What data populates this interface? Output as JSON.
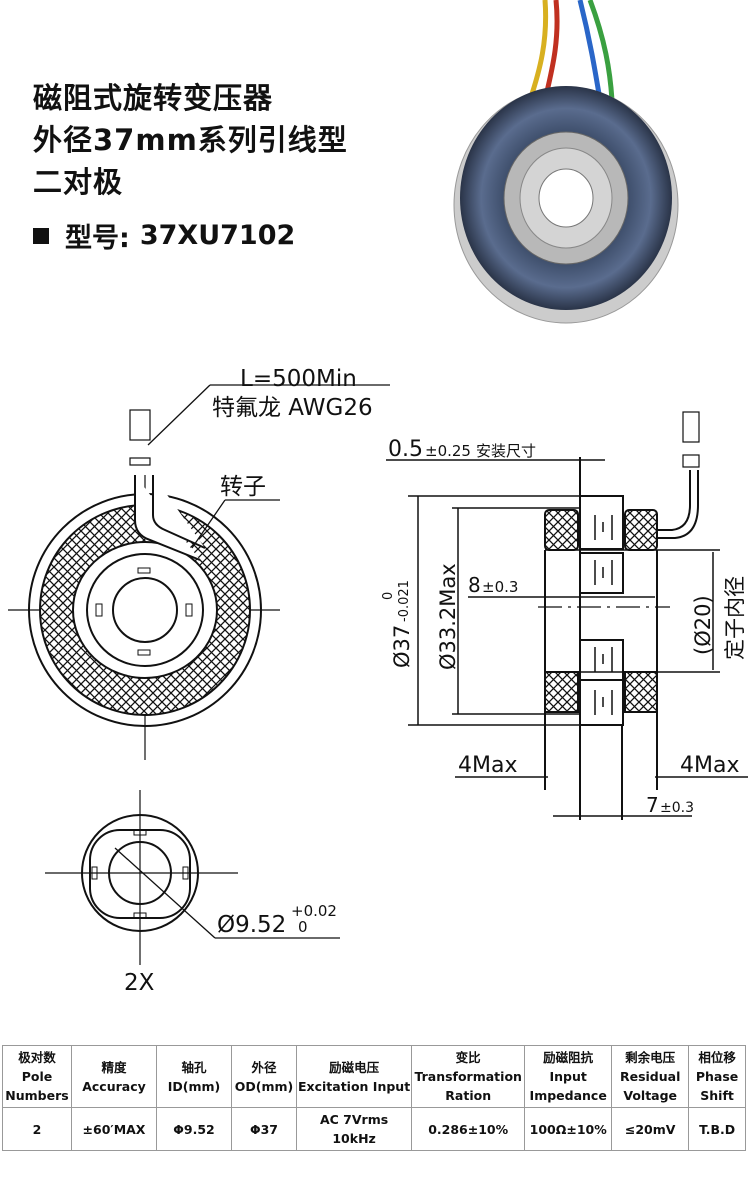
{
  "header": {
    "title_lines": [
      "磁阻式旋转变压器",
      "外径37mm系列引线型",
      "二对极"
    ],
    "model_label": "型号:",
    "model_value": "37XU7102"
  },
  "drawing": {
    "lead_length": "L=500Min",
    "lead_wire": "特氟龙 AWG26",
    "rotor_label": "转子",
    "mount_dim": "0.5",
    "mount_tol": "±0.25",
    "mount_text": "安装尺寸",
    "od_dim": "Ø37",
    "od_tol_upper": "0",
    "od_tol_lower": "-0.021",
    "max_dim": "Ø33.2Max",
    "width_dim": "8",
    "width_tol": "±0.3",
    "stator_id": "(Ø20)",
    "stator_id_label": "定子内径",
    "left_max": "4Max",
    "right_max": "4Max",
    "rotor_width": "7",
    "rotor_width_tol": "±0.3",
    "bore_dim": "Ø9.52",
    "bore_tol_upper": "+0.02",
    "bore_tol_lower": "0",
    "poles_mark": "2X"
  },
  "table": {
    "headers": [
      [
        "极对数",
        "Pole",
        "Numbers"
      ],
      [
        "精度",
        "Accuracy"
      ],
      [
        "轴孔",
        "ID(mm)"
      ],
      [
        "外径",
        "OD(mm)"
      ],
      [
        "励磁电压",
        "Excitation Input"
      ],
      [
        "变比",
        "Transformation",
        "Ration"
      ],
      [
        "励磁阻抗",
        "Input",
        "Impedance"
      ],
      [
        "剩余电压",
        "Residual",
        "Voltage"
      ],
      [
        "相位移",
        "Phase",
        "Shift"
      ]
    ],
    "row": [
      "2",
      "±60′MAX",
      "Φ9.52",
      "Φ37",
      "AC 7Vrms 10kHz",
      "0.286±10%",
      "100Ω±10%",
      "≤20mV",
      "T.B.D"
    ]
  }
}
